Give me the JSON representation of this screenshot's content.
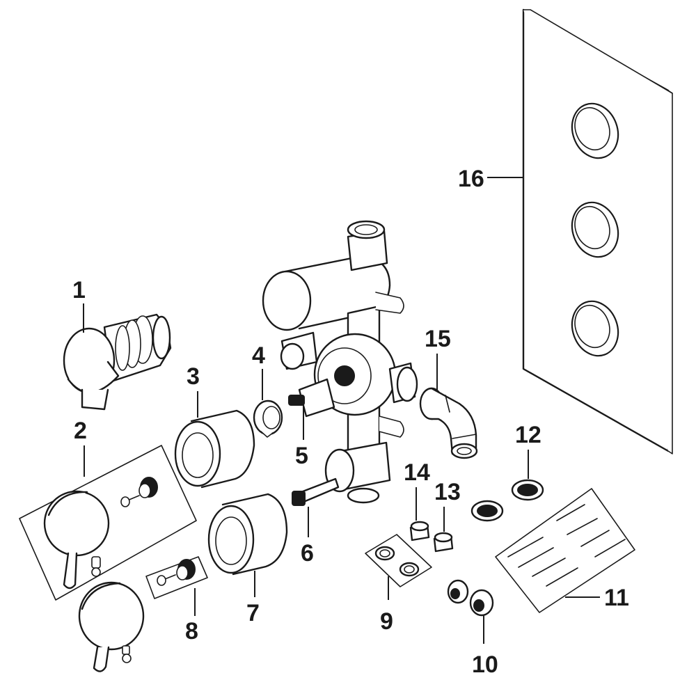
{
  "callouts": {
    "c1": "1",
    "c2": "2",
    "c3": "3",
    "c4": "4",
    "c5": "5",
    "c6": "6",
    "c7": "7",
    "c8": "8",
    "c9": "9",
    "c10": "10",
    "c11": "11",
    "c12": "12",
    "c13": "13",
    "c14": "14",
    "c15": "15",
    "c16": "16"
  },
  "colors": {
    "line": "#1a1a1a",
    "background": "#ffffff"
  }
}
